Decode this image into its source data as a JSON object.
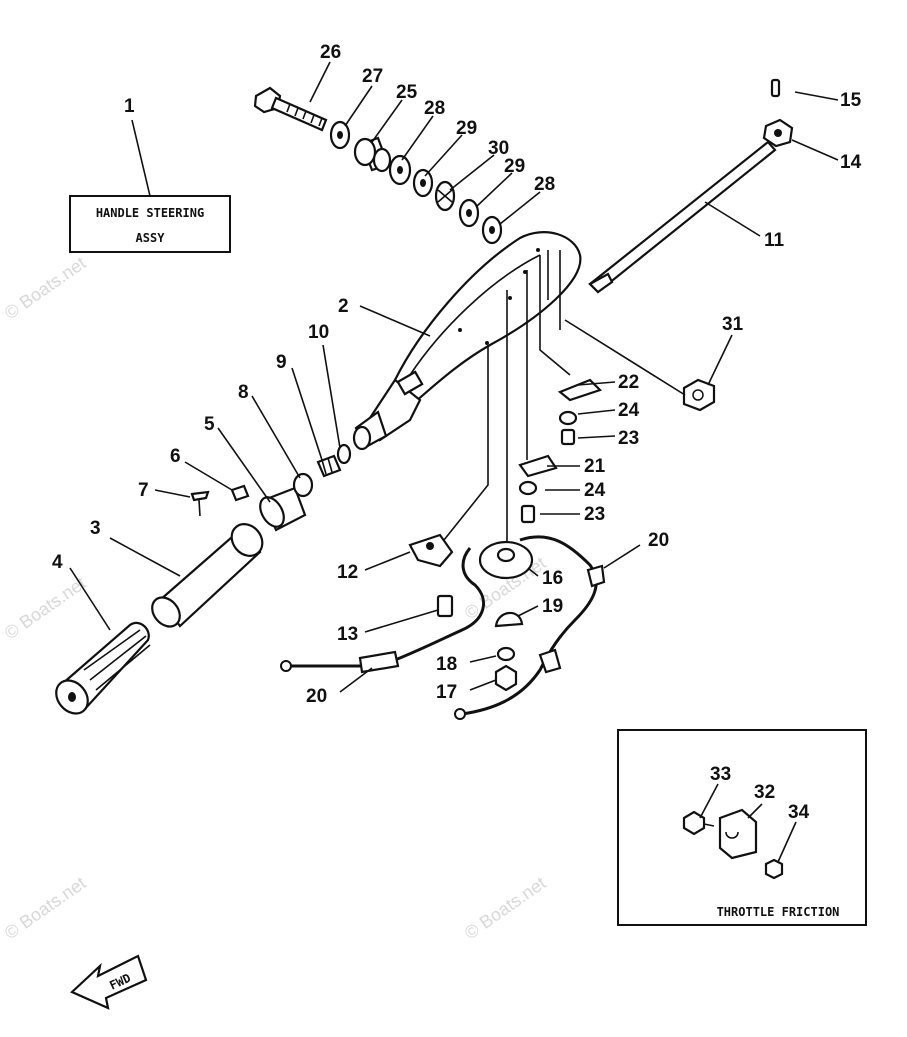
{
  "watermark": "© Boats.net",
  "assembly_label": {
    "line1": "HANDLE STEERING",
    "line2": "ASSY"
  },
  "inset_label": "THROTTLE FRICTION",
  "fwd_label": "FWD",
  "callouts": {
    "c1": "1",
    "c2": "2",
    "c3": "3",
    "c4": "4",
    "c5": "5",
    "c6": "6",
    "c7": "7",
    "c8": "8",
    "c9": "9",
    "c10": "10",
    "c11": "11",
    "c12": "12",
    "c13": "13",
    "c14": "14",
    "c15": "15",
    "c16": "16",
    "c17": "17",
    "c18": "18",
    "c19": "19",
    "c20a": "20",
    "c20b": "20",
    "c21": "21",
    "c22": "22",
    "c23a": "23",
    "c23b": "23",
    "c24a": "24",
    "c24b": "24",
    "c25": "25",
    "c26": "26",
    "c27": "27",
    "c28a": "28",
    "c28b": "28",
    "c29a": "29",
    "c29b": "29",
    "c30": "30",
    "c31": "31",
    "c32": "32",
    "c33": "33",
    "c34": "34"
  }
}
